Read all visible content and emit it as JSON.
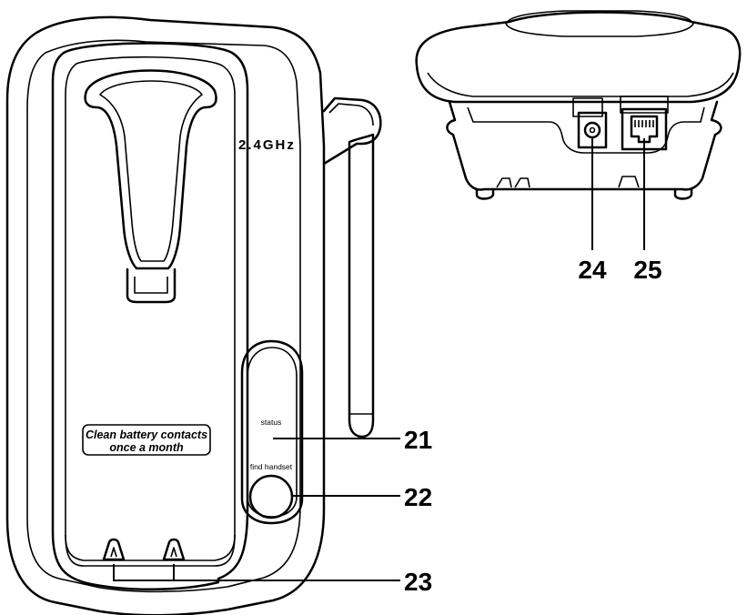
{
  "front_view": {
    "band_label": "2.4GHz",
    "note_line1": "Clean battery contacts",
    "note_line2": "once a month",
    "status_label": "status",
    "find_handset_label": "find handset"
  },
  "callouts": {
    "c21": "21",
    "c22": "22",
    "c23": "23",
    "c24": "24",
    "c25": "25"
  }
}
